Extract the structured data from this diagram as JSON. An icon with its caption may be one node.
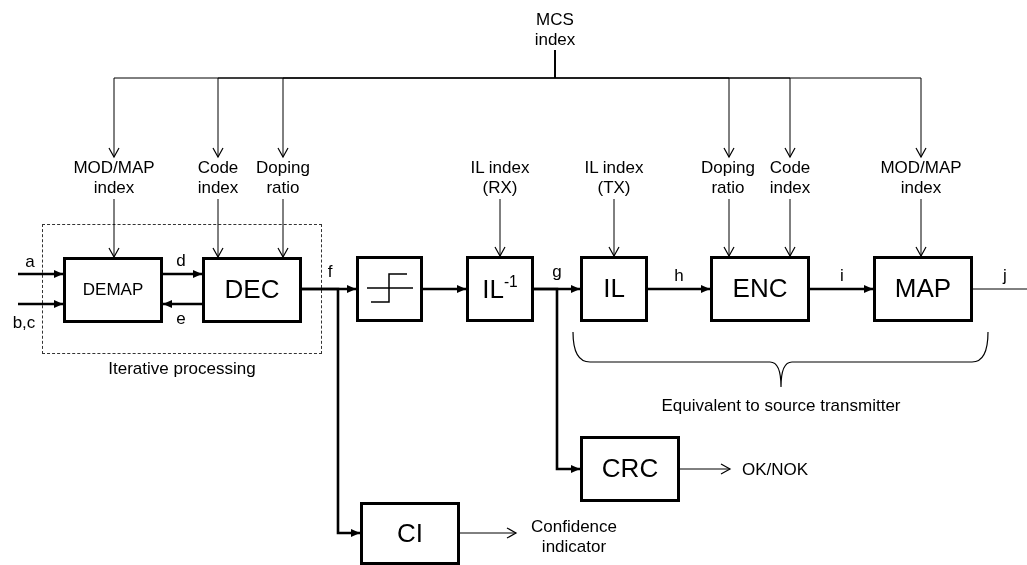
{
  "diagram": {
    "nodes": [
      {
        "text": [
          "MCS index"
        ]
      },
      {
        "text": [
          "MOD/MAP index"
        ]
      },
      {
        "text": [
          "Code index"
        ]
      },
      {
        "text": [
          "Doping ratio"
        ]
      },
      {
        "text": [
          "IL index (RX)"
        ]
      },
      {
        "text": [
          "IL index (TX)"
        ]
      },
      {
        "text": [
          "Doping ratio"
        ]
      },
      {
        "text": [
          "Code index"
        ]
      },
      {
        "text": [
          "MOD/MAP index"
        ]
      },
      {
        "text": [
          "Iterative processing"
        ]
      },
      {
        "text": [
          "DEMAP"
        ],
        "in": 9
      },
      {
        "text": [
          "DEC"
        ],
        "in": 9
      },
      {
        "text": [],
        "shape": "box"
      },
      {
        "text": [
          "IL$^{-1}$"
        ]
      },
      {
        "text": [
          "IL"
        ]
      },
      {
        "text": [
          "ENC"
        ]
      },
      {
        "text": [
          "MAP"
        ]
      },
      {
        "text": [
          "CRC"
        ]
      },
      {
        "text": [
          "CI"
        ]
      },
      {
        "text": [
          "OK/NOK"
        ]
      },
      {
        "text": [
          "Confidence indicator"
        ]
      }
    ],
    "edges": [
      {
        "from": 0,
        "to": 1,
        "arrow": "to"
      },
      {
        "from": 0,
        "to": 2,
        "arrow": "to"
      },
      {
        "from": 0,
        "to": 3,
        "arrow": "to"
      },
      {
        "from": 0,
        "to": 6,
        "arrow": "to"
      },
      {
        "from": 0,
        "to": 7,
        "arrow": "to"
      },
      {
        "from": 0,
        "to": 8,
        "arrow": "to"
      },
      {
        "from": 1,
        "to": 10,
        "arrow": "to"
      },
      {
        "from": 2,
        "to": 11,
        "arrow": "to"
      },
      {
        "from": 3,
        "to": 11,
        "arrow": "to"
      },
      {
        "from": 4,
        "to": 13,
        "arrow": "to"
      },
      {
        "from": 5,
        "to": 14,
        "arrow": "to"
      },
      {
        "from": 6,
        "to": 15,
        "arrow": "to"
      },
      {
        "from": 7,
        "to": 15,
        "arrow": "to"
      },
      {
        "from": 8,
        "to": 16,
        "arrow": "to"
      },
      {
        "from": null,
        "to": 10,
        "arrow": "to",
        "label": "a",
        "style": "thick"
      },
      {
        "from": null,
        "to": 10,
        "arrow": "to",
        "label": "b,c",
        "style": "thick"
      },
      {
        "from": 10,
        "to": 11,
        "arrow": "to",
        "label": "d",
        "style": "thick"
      },
      {
        "from": 11,
        "to": 10,
        "arrow": "to",
        "label": "e",
        "style": "thick"
      },
      {
        "from": 11,
        "to": 12,
        "arrow": "to",
        "label": "f",
        "style": "thick"
      },
      {
        "from": 11,
        "to": 18,
        "arrow": "to",
        "style": "thick"
      },
      {
        "from": 12,
        "to": 13,
        "arrow": "to",
        "style": "thick"
      },
      {
        "from": 13,
        "to": 14,
        "arrow": "to",
        "label": "g",
        "style": "thick"
      },
      {
        "from": 13,
        "to": 17,
        "arrow": "to",
        "style": "thick"
      },
      {
        "from": 14,
        "to": 15,
        "arrow": "to",
        "label": "h",
        "style": "thick"
      },
      {
        "from": 15,
        "to": 16,
        "arrow": "to",
        "label": "i",
        "style": "thick"
      },
      {
        "from": 16,
        "to": null,
        "arrow": "none",
        "label": "j"
      },
      {
        "from": 17,
        "to": 19,
        "arrow": "to"
      },
      {
        "from": 18,
        "to": 20,
        "arrow": "to"
      }
    ],
    "labels": [
      "Equivalent to source transmitter"
    ]
  }
}
